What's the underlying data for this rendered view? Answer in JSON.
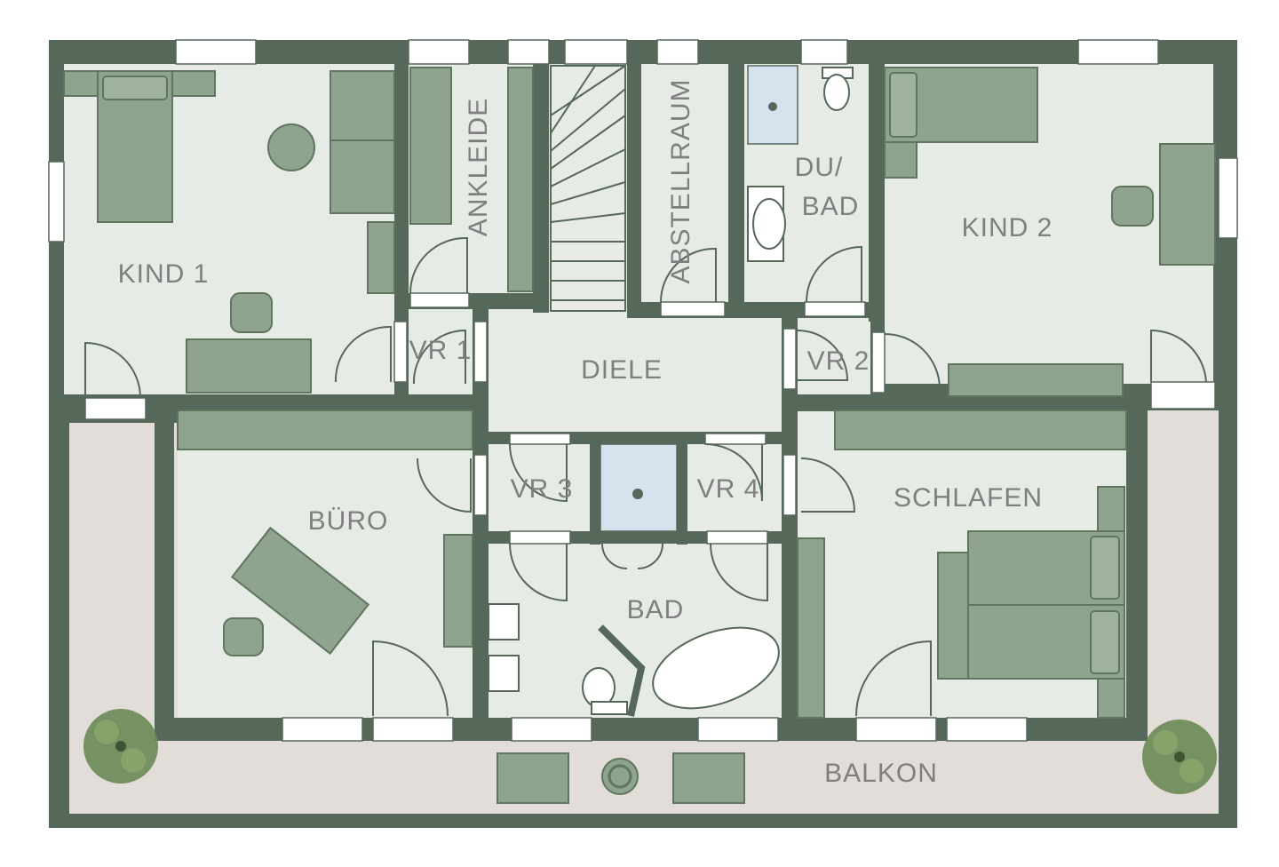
{
  "rooms": {
    "kind1": "KIND 1",
    "ankleide": "ANKLEIDE",
    "abstellraum": "ABSTELLRAUM",
    "du_bad_line1": "DU/",
    "du_bad_line2": "BAD",
    "kind2": "KIND 2",
    "vr1": "VR 1",
    "diele": "DIELE",
    "vr2": "VR 2",
    "vr3": "VR 3",
    "vr4": "VR 4",
    "buero": "BÜRO",
    "schlafen": "SCHLAFEN",
    "bad": "BAD",
    "balkon": "BALKON"
  },
  "colors": {
    "wall": "#56685a",
    "floor": "#e6ebe6",
    "furniture": "#8fa48f",
    "balcony_floor": "#e2ddd8",
    "tile": "#d6e2ee"
  }
}
